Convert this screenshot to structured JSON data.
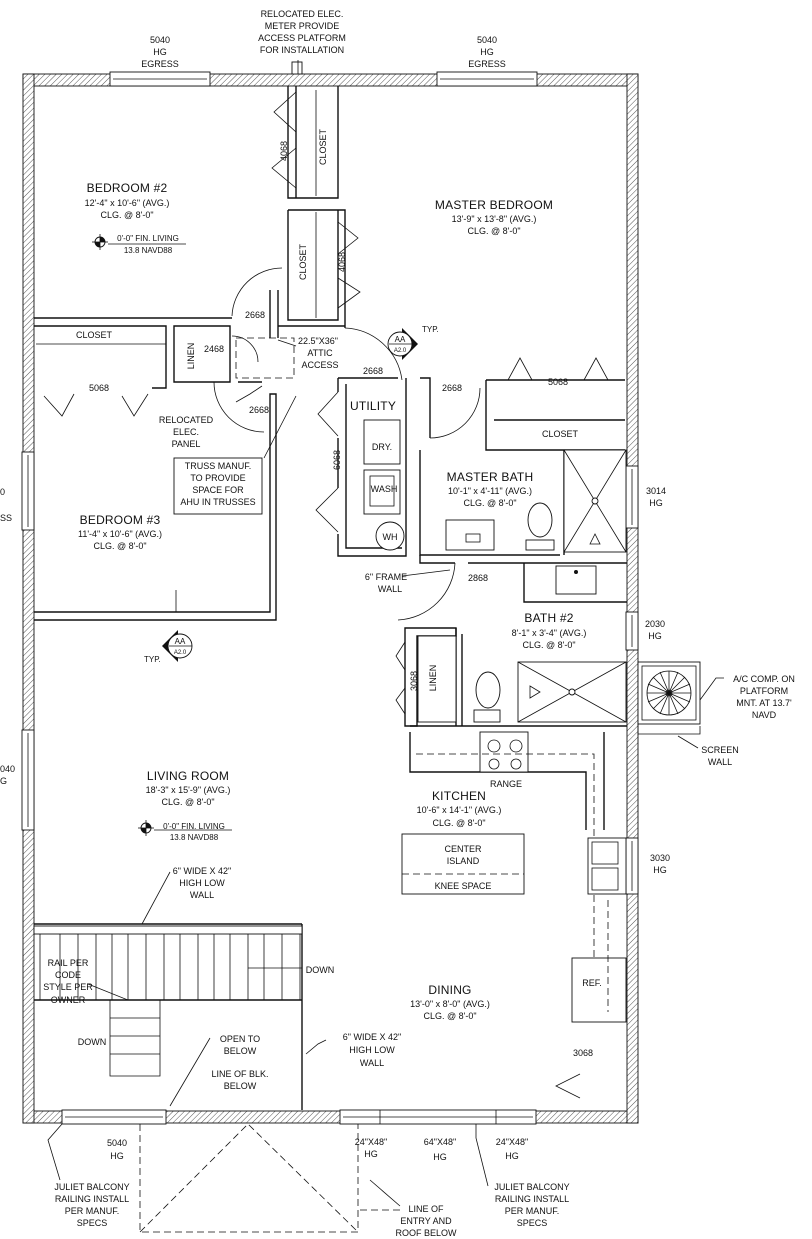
{
  "plan": {
    "rooms": {
      "bedroom2": {
        "name": "BEDROOM #2",
        "dims": "12'-4\" x 10'-6\" (AVG.)",
        "clg": "CLG. @ 8'-0\""
      },
      "master": {
        "name": "MASTER BEDROOM",
        "dims": "13'-9\" x 13'-8\" (AVG.)",
        "clg": "CLG. @ 8'-0\""
      },
      "bedroom3": {
        "name": "BEDROOM #3",
        "dims": "11'-4\" x 10'-6\" (AVG.)",
        "clg": "CLG. @ 8'-0\""
      },
      "master_bath": {
        "name": "MASTER BATH",
        "dims": "10'-1\" x 4'-11\" (AVG.)",
        "clg": "CLG. @ 8'-0\""
      },
      "bath2": {
        "name": "BATH #2",
        "dims": "8'-1\" x 3'-4\" (AVG.)",
        "clg": "CLG. @ 8'-0\""
      },
      "living": {
        "name": "LIVING ROOM",
        "dims": "18'-3\" x 15'-9\" (AVG.)",
        "clg": "CLG. @ 8'-0\""
      },
      "kitchen": {
        "name": "KITCHEN",
        "dims": "10'-6\" x 14'-1\" (AVG.)",
        "clg": "CLG. @ 8'-0\""
      },
      "dining": {
        "name": "DINING",
        "dims": "13'-0\" x 8'-0\" (AVG.)",
        "clg": "CLG. @ 8'-0\""
      },
      "utility": {
        "name": "UTILITY"
      }
    },
    "elev": {
      "bed2_a": "0'-0\" FIN. LIVING",
      "bed2_b": "13.8 NAVD88",
      "liv_a": "0'-0\" FIN. LIVING",
      "liv_b": "13.8 NAVD88"
    },
    "labels": {
      "closet": "CLOSET",
      "linen": "LINEN",
      "attic": "22.5\"X36\"",
      "attic2": "ATTIC",
      "attic3": "ACCESS",
      "typ": "TYP.",
      "aa": "AA",
      "aa_sheet": "A2.0",
      "dry": "DRY.",
      "wash": "WASH",
      "wh": "WH",
      "panel1": "RELOCATED",
      "panel2": "ELEC.",
      "panel3": "PANEL",
      "truss1": "TRUSS MANUF.",
      "truss2": "TO PROVIDE",
      "truss3": "SPACE FOR",
      "truss4": "AHU IN TRUSSES",
      "meter1": "RELOCATED ELEC.",
      "meter2": "METER PROVIDE",
      "meter3": "ACCESS PLATFORM",
      "meter4": "FOR INSTALLATION",
      "frame1": "6\" FRAME",
      "frame2": "WALL",
      "range": "RANGE",
      "island1": "CENTER",
      "island2": "ISLAND",
      "knee": "KNEE SPACE",
      "ref": "REF.",
      "ac1": "A/C COMP. ON",
      "ac2": "PLATFORM",
      "ac3": "MNT. AT 13.7'",
      "ac4": "NAVD",
      "screen1": "SCREEN",
      "screen2": "WALL",
      "low1a": "6\" WIDE X 42\"",
      "low1b": "HIGH LOW",
      "low1c": "WALL",
      "low2a": "6\" WIDE X 42\"",
      "low2b": "HIGH LOW",
      "low2c": "WALL",
      "rail1": "RAIL PER",
      "rail2": "CODE",
      "rail3": "STYLE PER",
      "rail4": "OWNER",
      "down1": "DOWN",
      "down2": "DOWN",
      "open1": "OPEN TO",
      "open2": "BELOW",
      "blk1": "LINE OF BLK.",
      "blk2": "BELOW",
      "jl1": "JULIET BALCONY",
      "jl2": "RAILING INSTALL",
      "jl3": "PER MANUF.",
      "jl4": "SPECS",
      "jr1": "JULIET BALCONY",
      "jr2": "RAILING INSTALL",
      "jr3": "PER MANUF.",
      "jr4": "SPECS",
      "entry1": "LINE OF",
      "entry2": "ENTRY AND",
      "entry3": "ROOF BELOW"
    },
    "tags": {
      "top_l1": "5040",
      "top_l2": "HG",
      "top_l3": "EGRESS",
      "top_r1": "5040",
      "top_r2": "HG",
      "top_r3": "EGRESS",
      "d4068a": "4068",
      "d4068b": "4068",
      "d2668a": "2668",
      "d2468": "2468",
      "d2668b": "2668",
      "d2668c": "2668",
      "d2668d": "2668",
      "d5068a": "5068",
      "d5068b": "5068",
      "d6068": "6068",
      "d2868": "2868",
      "d3068a": "3068",
      "d3068b": "3068",
      "w3014a": "3014",
      "w3014b": "HG",
      "w2030a": "2030",
      "w2030b": "HG",
      "w3030a": "3030",
      "w3030b": "HG",
      "wl1a": "0",
      "wl1b": "SS",
      "wl2a": "040",
      "wl2b": "G",
      "bl1": "5040",
      "bl2": "HG",
      "b24a": "24\"X48\"",
      "b24b": "HG",
      "b64a": "64\"X48\"",
      "b64b": "HG",
      "b24c": "24\"X48\"",
      "b24d": "HG"
    }
  }
}
